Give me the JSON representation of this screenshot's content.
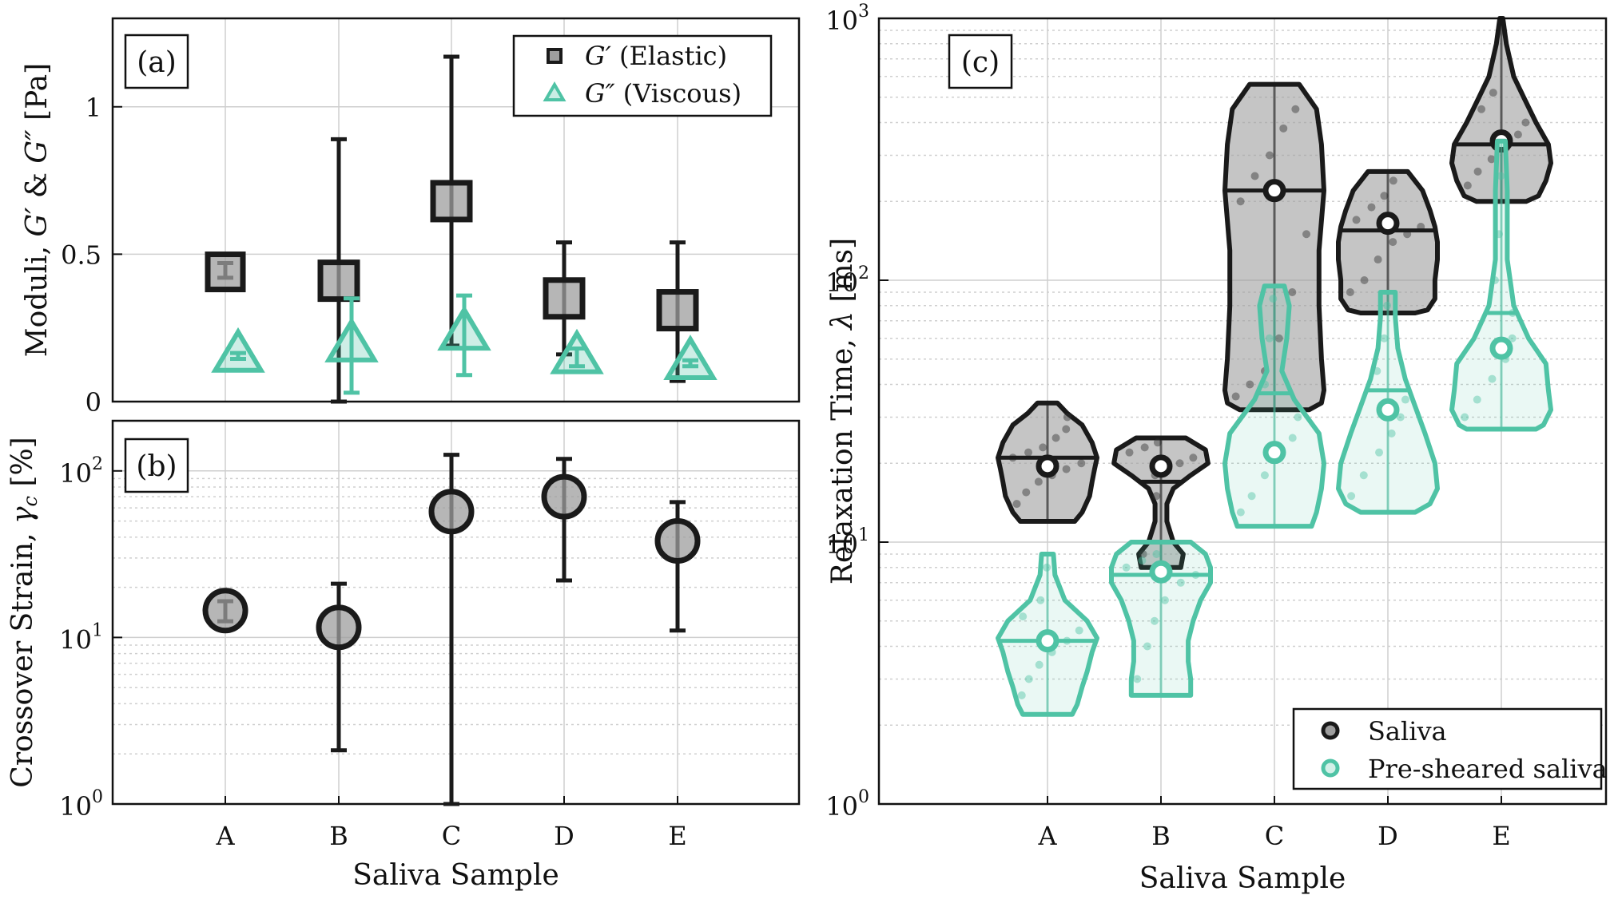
{
  "colors": {
    "dark": "#1a1a1a",
    "darkFill": "#9e9e9e",
    "teal": "#4fc3a5",
    "grid": "#cfcfcf"
  },
  "chart_data": [
    {
      "id": "a",
      "type": "scatter",
      "panel_label": "(a)",
      "categories": [
        "A",
        "B",
        "C",
        "D",
        "E"
      ],
      "ylabel": "Moduli, G′ & G″ [Pa]",
      "ylim": [
        0,
        1.3
      ],
      "yticks": [
        0,
        0.5,
        1
      ],
      "yticklabels": [
        "0",
        "0.5",
        "1"
      ],
      "grid": true,
      "legend_position": "top-right",
      "series": [
        {
          "name": "G′ (Elastic)",
          "marker": "square",
          "values": [
            0.44,
            0.41,
            0.68,
            0.35,
            0.31
          ],
          "err_low": [
            0.42,
            0.0,
            0.19,
            0.16,
            0.07
          ],
          "err_high": [
            0.47,
            0.89,
            1.17,
            0.54,
            0.54
          ]
        },
        {
          "name": "G″ (Viscous)",
          "marker": "triangle",
          "values": [
            0.155,
            0.19,
            0.23,
            0.15,
            0.13
          ],
          "err_low": [
            0.145,
            0.03,
            0.09,
            0.12,
            0.12
          ],
          "err_high": [
            0.165,
            0.35,
            0.36,
            0.18,
            0.14
          ]
        }
      ]
    },
    {
      "id": "b",
      "type": "scatter",
      "panel_label": "(b)",
      "categories": [
        "A",
        "B",
        "C",
        "D",
        "E"
      ],
      "xlabel": "Saliva Sample",
      "ylabel": "Crossover Strain, γc [%]",
      "yscale": "log",
      "ylim": [
        1,
        200
      ],
      "ytick_exponents": [
        0,
        1,
        2
      ],
      "grid": true,
      "series": [
        {
          "name": "γc",
          "marker": "circle",
          "values": [
            14.5,
            11.5,
            57,
            70,
            38
          ],
          "err_low": [
            12.5,
            2.1,
            1,
            22,
            11
          ],
          "err_high": [
            16.5,
            21,
            125,
            118,
            65
          ]
        }
      ]
    },
    {
      "id": "c",
      "type": "violin",
      "panel_label": "(c)",
      "categories": [
        "A",
        "B",
        "C",
        "D",
        "E"
      ],
      "xlabel": "Saliva Sample",
      "ylabel": "Relaxation Time, λ [ms]",
      "yscale": "log",
      "ylim": [
        1,
        1000
      ],
      "ytick_exponents": [
        0,
        1,
        2,
        3
      ],
      "grid": true,
      "legend_position": "bottom-right",
      "series": [
        {
          "name": "Saliva",
          "min": [
            12,
            8,
            32,
            75,
            200
          ],
          "max": [
            34,
            25,
            560,
            260,
            1000
          ],
          "median": [
            21,
            17,
            220,
            155,
            330
          ],
          "mean": [
            19.5,
            19.5,
            220,
            165,
            340
          ],
          "profile_y": [
            [
              12,
              13,
              15,
              17,
              19,
              21,
              24,
              28,
              31,
              34
            ],
            [
              8,
              9,
              10,
              12,
              14,
              16,
              18,
              20,
              22.5,
              25
            ],
            [
              32,
              34,
              38,
              50,
              80,
              130,
              220,
              330,
              450,
              560
            ],
            [
              75,
              77,
              85,
              100,
              120,
              140,
              160,
              185,
              220,
              260
            ],
            [
              200,
              210,
              240,
              280,
              330,
              400,
              500,
              600,
              800,
              1000
            ]
          ],
          "profile_w": [
            [
              0.55,
              0.7,
              0.85,
              0.9,
              0.95,
              1.0,
              0.9,
              0.7,
              0.4,
              0.2
            ],
            [
              0.4,
              0.45,
              0.25,
              0.12,
              0.12,
              0.25,
              0.6,
              0.95,
              0.9,
              0.5
            ],
            [
              0.7,
              0.95,
              1.0,
              0.95,
              0.9,
              0.9,
              1.0,
              0.95,
              0.85,
              0.5
            ],
            [
              0.55,
              0.8,
              0.95,
              0.95,
              1.0,
              1.0,
              0.95,
              0.85,
              0.7,
              0.4
            ],
            [
              0.5,
              0.75,
              0.9,
              1.0,
              0.95,
              0.7,
              0.45,
              0.25,
              0.1,
              0.03
            ]
          ],
          "points": [
            [
              14,
              15.5,
              17,
              18,
              19,
              20,
              21,
              22,
              23,
              25,
              27,
              30
            ],
            [
              9,
              15,
              18,
              19,
              20,
              21,
              22,
              23,
              24
            ],
            [
              36,
              40,
              45,
              60,
              90,
              150,
              200,
              250,
              300,
              380,
              450
            ],
            [
              90,
              100,
              120,
              140,
              150,
              160,
              170,
              190,
              210,
              240
            ],
            [
              230,
              260,
              290,
              320,
              360,
              400,
              450,
              520
            ]
          ]
        },
        {
          "name": "Pre-sheared saliva",
          "min": [
            2.2,
            2.6,
            11.5,
            13,
            27
          ],
          "max": [
            9,
            10,
            95,
            90,
            340
          ],
          "median": [
            4.2,
            7.5,
            37,
            38,
            75
          ],
          "mean": [
            4.2,
            7.7,
            22,
            32,
            55
          ],
          "profile_y": [
            [
              2.2,
              2.4,
              2.8,
              3.2,
              3.8,
              4.3,
              5.0,
              6.0,
              7.5,
              9.0
            ],
            [
              2.6,
              3.0,
              3.5,
              4.2,
              5.0,
              6.0,
              7.0,
              8.0,
              9.0,
              10.0
            ],
            [
              11.5,
              13,
              16,
              20,
              26,
              35,
              45,
              60,
              80,
              95
            ],
            [
              13,
              14,
              16,
              20,
              26,
              33,
              42,
              55,
              72,
              90
            ],
            [
              27,
              28,
              32,
              38,
              48,
              60,
              80,
              120,
              220,
              340
            ]
          ],
          "profile_w": [
            [
              0.5,
              0.6,
              0.7,
              0.8,
              0.9,
              1.0,
              0.8,
              0.35,
              0.15,
              0.12
            ],
            [
              0.6,
              0.6,
              0.55,
              0.55,
              0.65,
              0.8,
              1.0,
              1.0,
              0.9,
              0.6
            ],
            [
              0.75,
              0.85,
              0.95,
              1.0,
              0.9,
              0.4,
              0.15,
              0.25,
              0.3,
              0.2
            ],
            [
              0.55,
              0.85,
              1.0,
              0.95,
              0.75,
              0.55,
              0.35,
              0.2,
              0.15,
              0.15
            ],
            [
              0.7,
              0.85,
              1.0,
              0.95,
              0.9,
              0.55,
              0.25,
              0.12,
              0.12,
              0.08
            ]
          ],
          "points": [
            [
              2.6,
              3.0,
              3.4,
              3.8,
              4.2,
              4.6,
              5.2,
              6.0,
              8.0
            ],
            [
              3.0,
              4.0,
              5.0,
              6.0,
              7.0,
              7.5,
              8.0,
              8.5,
              9.0
            ],
            [
              13,
              15,
              18,
              21,
              25,
              30,
              40,
              60,
              85
            ],
            [
              15,
              18,
              22,
              26,
              30,
              35,
              45,
              60,
              80
            ],
            [
              30,
              35,
              42,
              50,
              60,
              75,
              100,
              150,
              250
            ]
          ]
        }
      ]
    }
  ]
}
